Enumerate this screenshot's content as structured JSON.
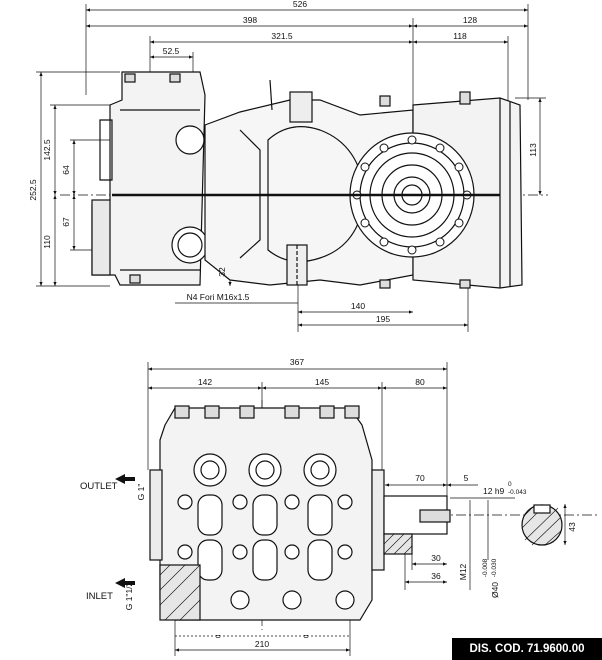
{
  "dims_top": {
    "overall": "526",
    "d398": "398",
    "d128": "128",
    "d321": "321.5",
    "d118": "118",
    "d52": "52.5",
    "d142": "142.5",
    "d64": "64",
    "d252": "252.5",
    "d67": "67",
    "d110": "110",
    "d32": "32",
    "d113": "113",
    "d140": "140",
    "d195": "195"
  },
  "annotation_holes": "N4 Fori M16x1.5",
  "dims_bottom": {
    "d367": "367",
    "d142": "142",
    "d145": "145",
    "d80": "80",
    "d70": "70",
    "d5": "5",
    "d30": "30",
    "d36": "36",
    "d210": "210",
    "eq": "="
  },
  "labels": {
    "outlet": "OUTLET",
    "outlet_thread": "G 1\"",
    "inlet": "INLET",
    "inlet_thread": "G 1\"1/2",
    "m12": "M12"
  },
  "shaft": {
    "fit": "12 h9",
    "tol_upper": "0",
    "tol_lower": "-0.043",
    "dia": "Ø40",
    "dia_upper": "-0.008",
    "dia_lower": "-0.030",
    "key_dim": "43"
  },
  "drawing_code": "DIS. COD. 71.9600.00"
}
